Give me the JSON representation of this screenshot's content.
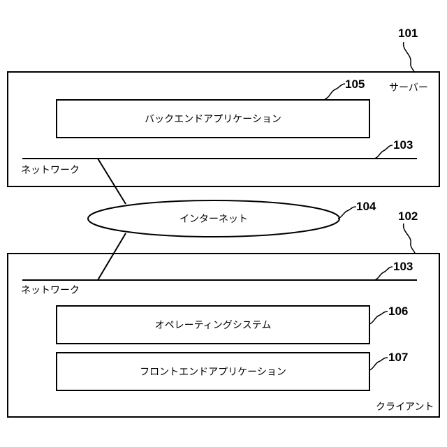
{
  "server": {
    "label": "サーバー",
    "ref": "101",
    "network_label": "ネットワーク",
    "network_ref": "103",
    "app": {
      "label": "バックエンドアプリケーション",
      "ref": "105"
    }
  },
  "internet": {
    "label": "インターネット",
    "ref": "104"
  },
  "client": {
    "label": "クライアント",
    "ref": "102",
    "network_label": "ネットワーク",
    "network_ref": "103",
    "os": {
      "label": "オペレーティングシステム",
      "ref": "106"
    },
    "app": {
      "label": "フロントエンドアプリケーション",
      "ref": "107"
    }
  }
}
